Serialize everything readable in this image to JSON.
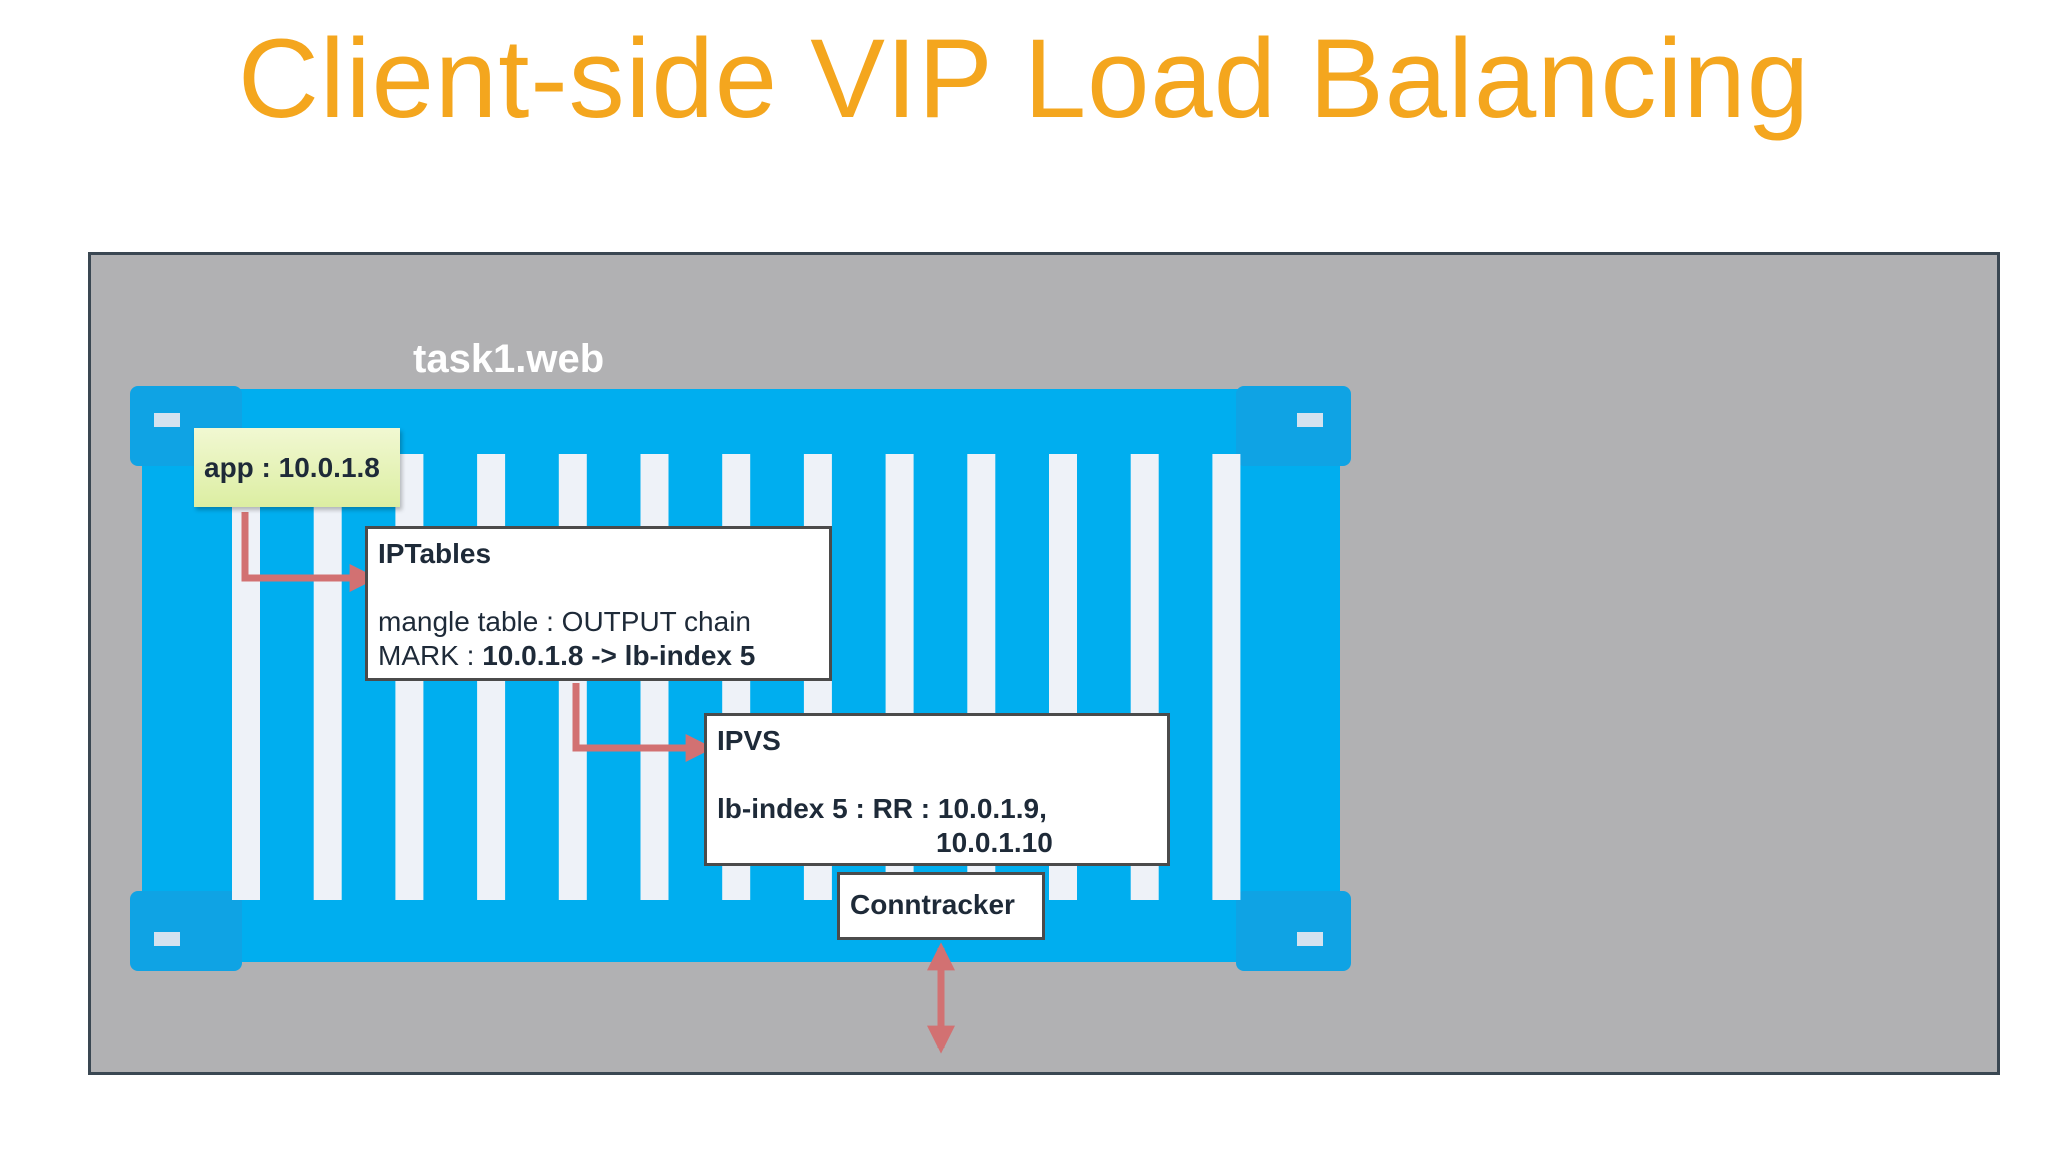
{
  "title": "Client-side VIP Load Balancing",
  "container_label": "task1.web",
  "app_box": {
    "text": "app : 10.0.1.8"
  },
  "iptables_box": {
    "heading": "IPTables",
    "line1": "mangle table : OUTPUT chain",
    "line2_prefix": "MARK : ",
    "line2_bold": "10.0.1.8 -> lb-index 5"
  },
  "ipvs_box": {
    "heading": "IPVS",
    "line1": "lb-index 5 : RR : 10.0.1.9,",
    "line2": "10.0.1.10"
  },
  "conntracker_box": {
    "text": "Conntracker"
  },
  "colors": {
    "title": "#F4A61E",
    "panel": "#B1B1B3",
    "container": "#00AEEF",
    "container_slat": "#EEF2F8",
    "arrow": "#D27172",
    "box_border": "#4B4B4B",
    "app_box_fill": "#DCEEA2"
  }
}
